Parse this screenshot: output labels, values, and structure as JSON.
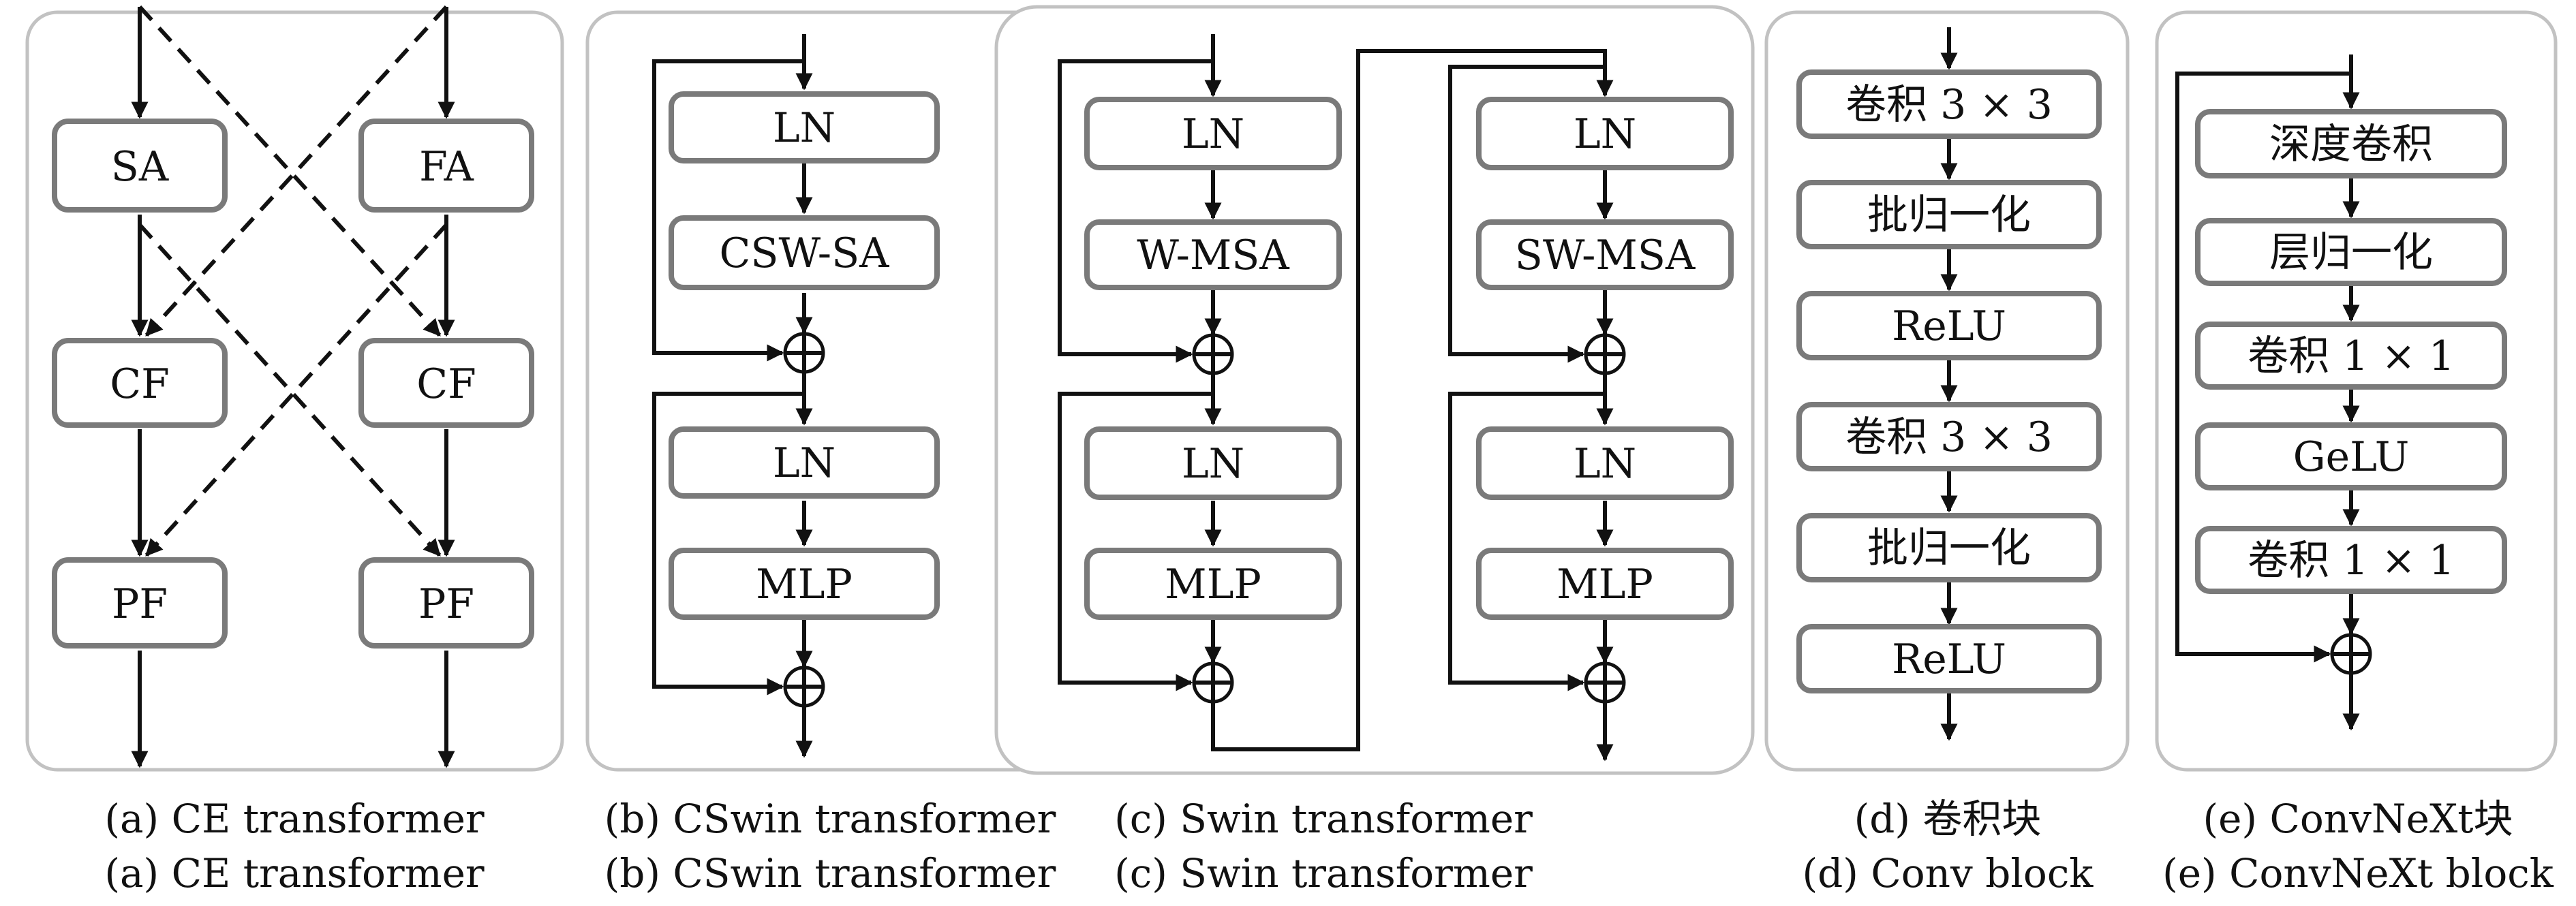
{
  "panels": {
    "a": {
      "blocks": {
        "sa": "SA",
        "fa": "FA",
        "cf_left": "CF",
        "cf_right": "CF",
        "pf_left": "PF",
        "pf_right": "PF"
      },
      "caption_1": "(a) CE transformer",
      "caption_2": "(a) CE transformer"
    },
    "b": {
      "blocks": {
        "ln1": "LN",
        "attn": "CSW-SA",
        "ln2": "LN",
        "mlp": "MLP"
      },
      "caption_1": "(b) CSwin transformer",
      "caption_2": "(b) CSwin transformer"
    },
    "c": {
      "blocks": {
        "ln1": "LN",
        "wmsa": "W-MSA",
        "ln2": "LN",
        "mlp1": "MLP",
        "ln3": "LN",
        "swmsa": "SW-MSA",
        "ln4": "LN",
        "mlp2": "MLP"
      },
      "caption_1": "(c) Swin transformer",
      "caption_2": "(c) Swin transformer"
    },
    "d": {
      "blocks": {
        "conv1": "卷积 3 × 3",
        "bn1": "批归一化",
        "relu1": "ReLU",
        "conv2": "卷积 3 × 3",
        "bn2": "批归一化",
        "relu2": "ReLU"
      },
      "caption_1": "(d) 卷积块",
      "caption_2": "(d) Conv block"
    },
    "e": {
      "blocks": {
        "dwconv": "深度卷积",
        "ln": "层归一化",
        "conv1": "卷积 1 × 1",
        "gelu": "GeLU",
        "conv2": "卷积 1 × 1"
      },
      "caption_1": "(e) ConvNeXt块",
      "caption_2": "(e) ConvNeXt block"
    }
  }
}
